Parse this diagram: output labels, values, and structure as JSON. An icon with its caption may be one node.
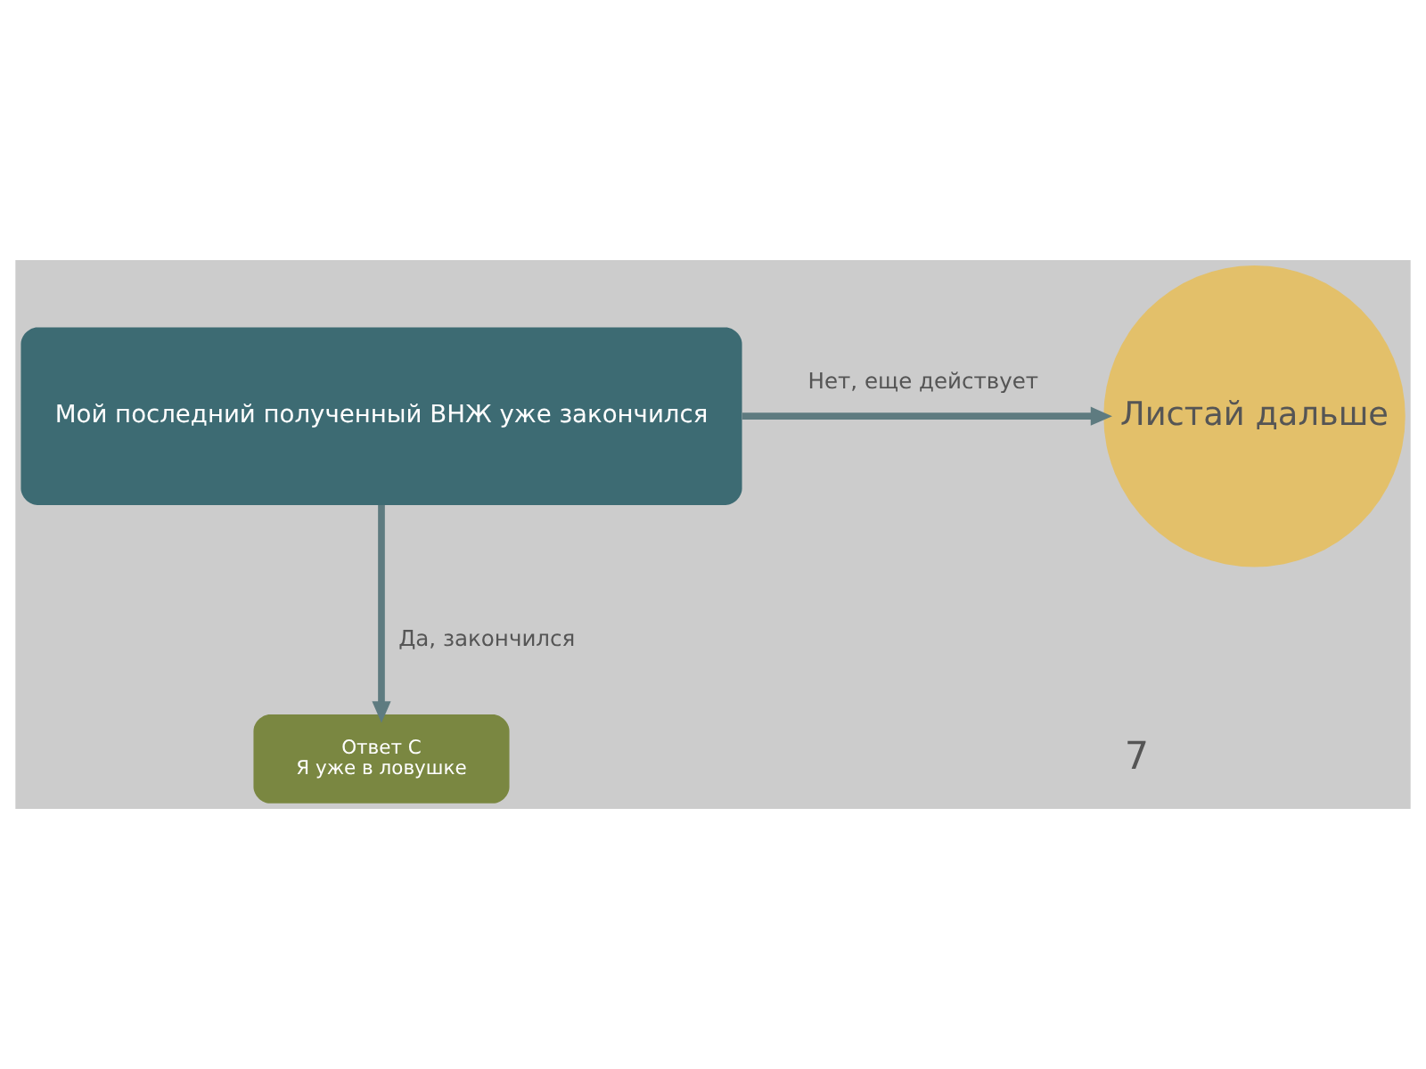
{
  "diagram": {
    "nodes": [
      {
        "text": [
          "Мой последний полученный ВНЖ уже закончился"
        ]
      },
      {
        "text": [
          "Листай дальше"
        ]
      },
      {
        "text": [
          "Ответ С",
          "Я уже в ловушке"
        ]
      }
    ],
    "edges": [
      {
        "from": 0,
        "to": 1,
        "arrow": "to",
        "label": "Нет, еще действует"
      },
      {
        "from": 0,
        "to": 2,
        "arrow": "to",
        "label": "Да, закончился"
      }
    ],
    "labels": [
      "7"
    ]
  }
}
